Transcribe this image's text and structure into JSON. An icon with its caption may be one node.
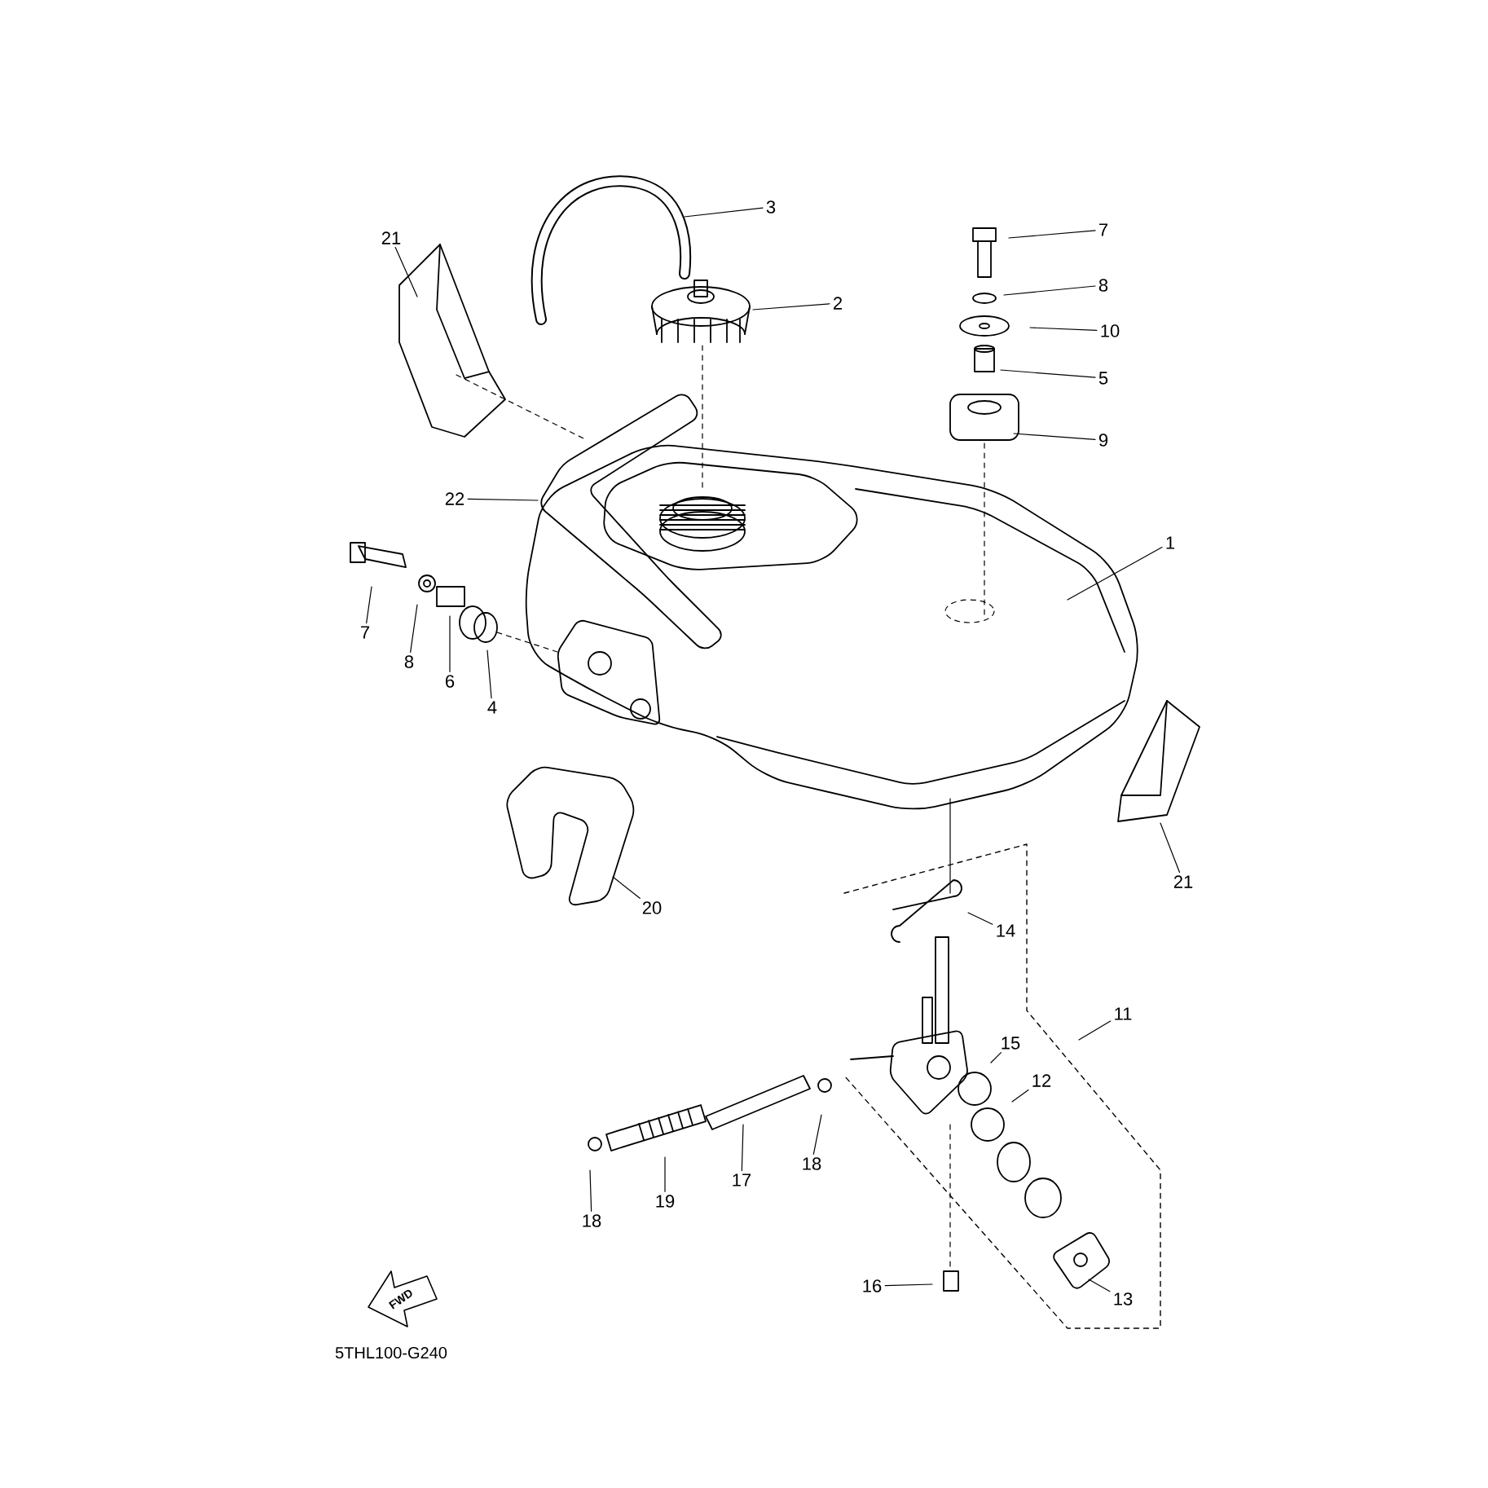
{
  "diagram": {
    "nodes": [
      {
        "text": [
          "21"
        ]
      },
      {
        "text": [
          "3"
        ]
      },
      {
        "text": [
          "7"
        ]
      },
      {
        "text": [
          "8"
        ]
      },
      {
        "text": [
          "2"
        ]
      },
      {
        "text": [
          "10"
        ]
      },
      {
        "text": [
          "5"
        ]
      },
      {
        "text": [
          "9"
        ]
      },
      {
        "text": [
          "22"
        ]
      },
      {
        "text": [
          "1"
        ]
      },
      {
        "text": [
          "7"
        ]
      },
      {
        "text": [
          "8"
        ]
      },
      {
        "text": [
          "6"
        ]
      },
      {
        "text": [
          "4"
        ]
      },
      {
        "text": [
          "21"
        ]
      },
      {
        "text": [
          "20"
        ]
      },
      {
        "text": [
          "14"
        ]
      },
      {
        "text": [
          "11"
        ]
      },
      {
        "text": [
          "15"
        ]
      },
      {
        "text": [
          "12"
        ]
      },
      {
        "text": [
          "18"
        ]
      },
      {
        "text": [
          "17"
        ]
      },
      {
        "text": [
          "19"
        ]
      },
      {
        "text": [
          "18"
        ]
      },
      {
        "text": [
          "16"
        ]
      },
      {
        "text": [
          "13"
        ]
      }
    ],
    "edges": [
      {
        "from": 0,
        "to": null,
        "arrow": "none"
      },
      {
        "from": 1,
        "to": null,
        "arrow": "none"
      },
      {
        "from": 2,
        "to": null,
        "arrow": "none"
      },
      {
        "from": 3,
        "to": null,
        "arrow": "none"
      },
      {
        "from": 4,
        "to": null,
        "arrow": "none"
      },
      {
        "from": 5,
        "to": null,
        "arrow": "none"
      },
      {
        "from": 6,
        "to": null,
        "arrow": "none"
      },
      {
        "from": 7,
        "to": null,
        "arrow": "none"
      },
      {
        "from": 8,
        "to": null,
        "arrow": "none"
      },
      {
        "from": 9,
        "to": null,
        "arrow": "none"
      },
      {
        "from": 10,
        "to": null,
        "arrow": "none"
      },
      {
        "from": 11,
        "to": null,
        "arrow": "none"
      },
      {
        "from": 12,
        "to": null,
        "arrow": "none"
      },
      {
        "from": 13,
        "to": null,
        "arrow": "none"
      },
      {
        "from": 14,
        "to": null,
        "arrow": "none"
      },
      {
        "from": 15,
        "to": null,
        "arrow": "none"
      },
      {
        "from": 16,
        "to": null,
        "arrow": "none"
      },
      {
        "from": 17,
        "to": null,
        "arrow": "none"
      },
      {
        "from": 18,
        "to": null,
        "arrow": "none"
      },
      {
        "from": 19,
        "to": null,
        "arrow": "none"
      },
      {
        "from": 20,
        "to": null,
        "arrow": "none"
      },
      {
        "from": 21,
        "to": null,
        "arrow": "none"
      },
      {
        "from": 22,
        "to": null,
        "arrow": "none"
      },
      {
        "from": 23,
        "to": null,
        "arrow": "none"
      },
      {
        "from": 24,
        "to": null,
        "arrow": "none"
      },
      {
        "from": 25,
        "to": null,
        "arrow": "none"
      }
    ],
    "labels": [
      "FWD",
      "5THL100-G240"
    ]
  }
}
